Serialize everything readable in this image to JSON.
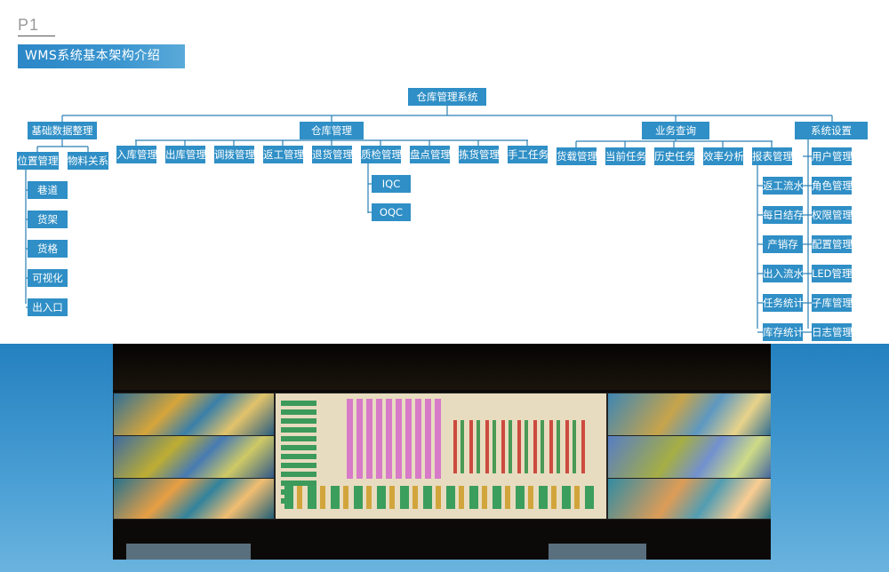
{
  "page": {
    "number": "P1",
    "title": "WMS系统基本架构介绍"
  },
  "tree": {
    "root": "仓库管理系统",
    "level1": [
      "基础数据整理",
      "仓库管理",
      "业务查询",
      "系统设置"
    ],
    "basic": {
      "children": [
        "位置管理",
        "物料关系"
      ],
      "location_items": [
        "巷道",
        "货架",
        "货格",
        "可视化",
        "出入口"
      ]
    },
    "warehouse": {
      "children": [
        "入库管理",
        "出库管理",
        "调拨管理",
        "返工管理",
        "退货管理",
        "质检管理",
        "盘点管理",
        "拣货管理",
        "手工任务"
      ],
      "qc_items": [
        "IQC",
        "OQC"
      ]
    },
    "query": {
      "children": [
        "货载管理",
        "当前任务",
        "历史任务",
        "效率分析",
        "报表管理"
      ],
      "report_items": [
        "返工流水",
        "每日结存",
        "产销存",
        "出入流水",
        "任务统计",
        "库存统计"
      ]
    },
    "settings": {
      "items": [
        "用户管理",
        "角色管理",
        "权限管理",
        "配置管理",
        "LED管理",
        "子库管理",
        "日志管理"
      ]
    }
  },
  "colors": {
    "node": "#2f8fc6",
    "line": "#2a7fb5",
    "band": "#2480bf"
  },
  "photo": {
    "subject": "control-room-video-wall"
  }
}
